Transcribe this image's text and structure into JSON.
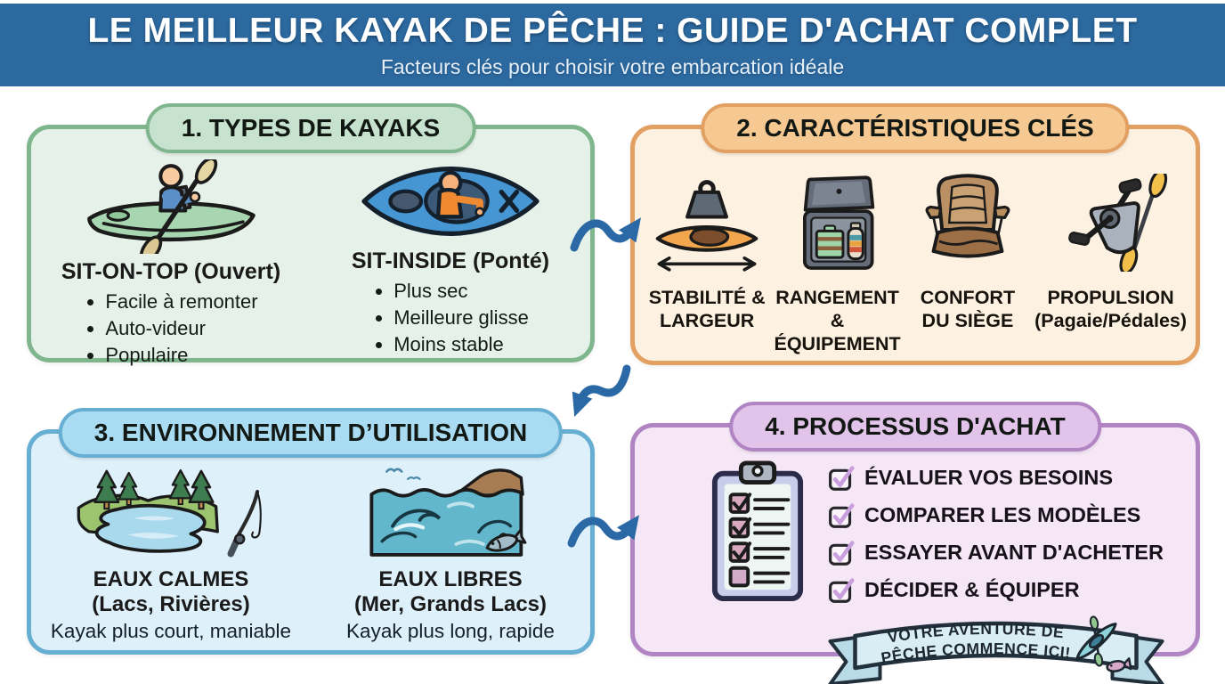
{
  "header": {
    "title": "LE MEILLEUR KAYAK DE PÊCHE : GUIDE D'ACHAT COMPLET",
    "subtitle": "Facteurs clés pour choisir votre embarcation idéale"
  },
  "section1": {
    "title": "1. TYPES DE KAYAKS",
    "types": [
      {
        "name": "SIT-ON-TOP (Ouvert)",
        "icon": "sit-on-top-kayak-side-view",
        "bullets": [
          "Facile à remonter",
          "Auto-videur",
          "Populaire"
        ]
      },
      {
        "name": "SIT-INSIDE (Ponté)",
        "icon": "sit-inside-kayak-top-view",
        "bullets": [
          "Plus sec",
          "Meilleure glisse",
          "Moins stable"
        ]
      }
    ]
  },
  "section2": {
    "title": "2. CARACTÉRISTIQUES CLÉS",
    "features": [
      {
        "line1": "STABILITÉ &",
        "line2": "LARGEUR",
        "icon": "weight-over-kayak-width-arrow"
      },
      {
        "line1": "RANGEMENT &",
        "line2": "ÉQUIPEMENT",
        "icon": "open-storage-hatch-tackle-box"
      },
      {
        "line1": "CONFORT",
        "line2": "DU SIÈGE",
        "icon": "padded-kayak-seat"
      },
      {
        "line1": "PROPULSION",
        "line2": "(Pagaie/Pédales)",
        "icon": "pedal-drive-and-paddle"
      }
    ]
  },
  "section3": {
    "title": "3. ENVIRONNEMENT D’UTILISATION",
    "environments": [
      {
        "name": "EAUX CALMES",
        "subtitle": "(Lacs, Rivières)",
        "description": "Kayak plus court, maniable",
        "icon": "calm-lake-scene-with-fishing-rod"
      },
      {
        "name": "EAUX LIBRES",
        "subtitle": "(Mer, Grands Lacs)",
        "description": "Kayak plus long, rapide",
        "icon": "open-sea-waves-scene-with-fish"
      }
    ]
  },
  "section4": {
    "title": "4. PROCESSUS D'ACHAT",
    "steps": [
      "ÉVALUER VOS BESOINS",
      "COMPARER LES MODÈLES",
      "ESSAYER AVANT D'ACHETER",
      "DÉCIDER & ÉQUIPER"
    ],
    "banner": {
      "line1": "VOTRE AVENTURE DE",
      "line2": "PÊCHE COMMENCE ICI!"
    }
  },
  "colors": {
    "header_bg": "#2c699f",
    "section1_accent": "#7fb68e",
    "section1_bg": "#e6f2e9",
    "section2_accent": "#e2a062",
    "section2_bg": "#fdf1e2",
    "section3_accent": "#67aed3",
    "section3_bg": "#def0f9",
    "section4_accent": "#b184c3",
    "section4_bg": "#f6e7f7",
    "arrow_blue": "#2a69a5",
    "check_purple": "#c9a0dd"
  }
}
